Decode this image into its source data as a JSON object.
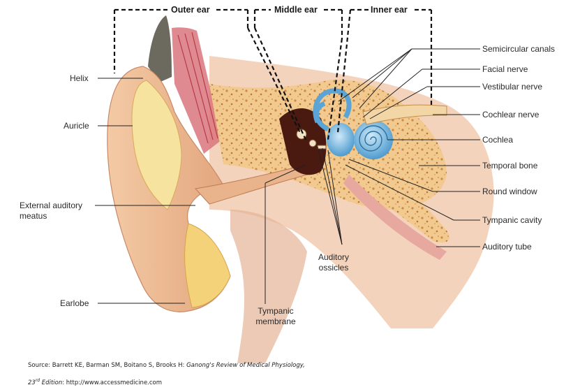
{
  "sections": {
    "outer_ear": "Outer ear",
    "middle_ear": "Middle ear",
    "inner_ear": "Inner ear"
  },
  "labels_left": {
    "helix": "Helix",
    "auricle": "Auricle",
    "external_auditory_meatus_line1": "External auditory",
    "external_auditory_meatus_line2": "meatus",
    "earlobe": "Earlobe"
  },
  "labels_right": {
    "semicircular_canals": "Semicircular canals",
    "facial_nerve": "Facial nerve",
    "vestibular_nerve": "Vestibular nerve",
    "cochlear_nerve": "Cochlear nerve",
    "cochlea": "Cochlea",
    "temporal_bone": "Temporal bone",
    "round_window": "Round window",
    "tympanic_cavity": "Tympanic cavity",
    "auditory_tube": "Auditory tube"
  },
  "labels_bottom": {
    "auditory_ossicles_line1": "Auditory",
    "auditory_ossicles_line2": "ossicles",
    "tympanic_membrane_line1": "Tympanic",
    "tympanic_membrane_line2": "membrane"
  },
  "source": {
    "prefix": "Source: Barrett KE, Barman SM, Boitano S, Brooks H: ",
    "book_title": "Ganong's Review of Medical Physiology,",
    "edition_number": "23",
    "edition_superscript": "rd",
    "edition_word": " Edition",
    "url_text": ": http://www.accessmedicine.com"
  },
  "colors": {
    "skin": "#eebd96",
    "skin_shadow": "#d9986f",
    "bone": "#f2c98e",
    "bone_spots": "#c98a4a",
    "cartilage": "#f7e3a0",
    "canal_blue": "#6fb4df",
    "cavity_dark": "#4a1a10",
    "muscle_red": "#c9404a"
  }
}
